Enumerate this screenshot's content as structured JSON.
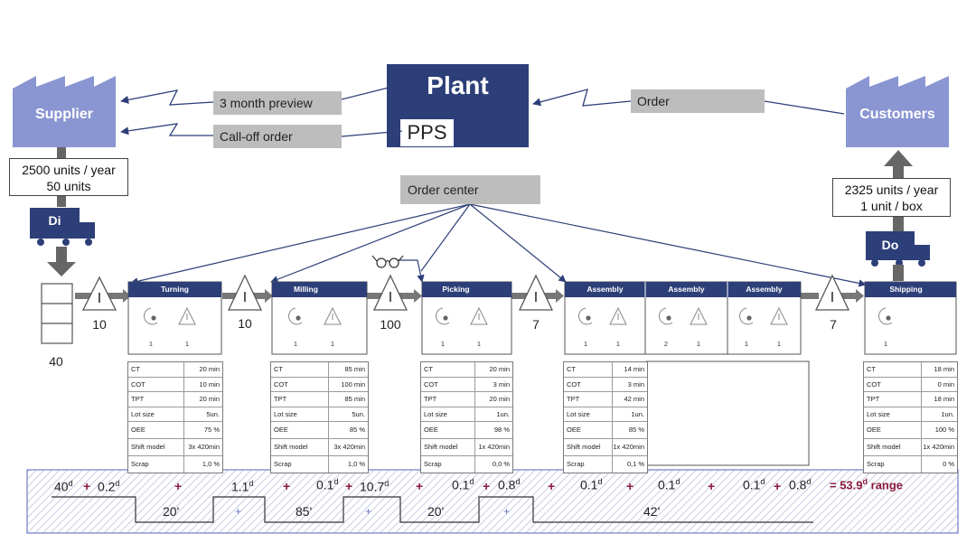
{
  "colors": {
    "factory": "#8a96d2",
    "plant": "#2d3f78",
    "process_header": "#2d3f78",
    "info_box": "#bdbdbd",
    "arrow": "#5e5e5e",
    "timeline_total": "#8b1a3c"
  },
  "plant": {
    "title": "Plant",
    "sub": "PPS"
  },
  "supplier": {
    "label": "Supplier",
    "info_line1": "2500 units / year",
    "info_line2": "50 units",
    "truck": "Di"
  },
  "customers": {
    "label": "Customers",
    "info_line1": "2325 units / year",
    "info_line2": "1 unit / box",
    "truck": "Do"
  },
  "info_flows": {
    "preview": "3 month preview",
    "calloff": "Call-off order",
    "order": "Order",
    "order_center": "Order center"
  },
  "inventory": {
    "raw": "40",
    "after_supplier_triangle": "10",
    "between_turning_milling": "10",
    "between_milling_picking": "100",
    "between_picking_assembly": "7",
    "between_assembly_shipping": "7"
  },
  "triangle_letter": "I",
  "processes": [
    {
      "name": "Turning",
      "counts": [
        "1",
        "1"
      ],
      "rows": [
        [
          "CT",
          "20 min"
        ],
        [
          "COT",
          "10 min"
        ],
        [
          "TPT",
          "20 min"
        ],
        [
          "Lot size",
          "5un."
        ],
        [
          "OEE",
          "75 %"
        ],
        [
          "Shift model",
          "3x 420min"
        ],
        [
          "Scrap",
          "1,0 %"
        ]
      ]
    },
    {
      "name": "Milling",
      "counts": [
        "1",
        "1"
      ],
      "rows": [
        [
          "CT",
          "85 min"
        ],
        [
          "COT",
          "100 min"
        ],
        [
          "TPT",
          "85 min"
        ],
        [
          "Lot size",
          "5un."
        ],
        [
          "OEE",
          "85 %"
        ],
        [
          "Shift model",
          "3x 420min"
        ],
        [
          "Scrap",
          "1,0 %"
        ]
      ]
    },
    {
      "name": "Picking",
      "counts": [
        "1",
        "1"
      ],
      "rows": [
        [
          "CT",
          "20 min"
        ],
        [
          "COT",
          "3 min"
        ],
        [
          "TPT",
          "20 min"
        ],
        [
          "Lot size",
          "1un."
        ],
        [
          "OEE",
          "98 %"
        ],
        [
          "Shift model",
          "1x 420min"
        ],
        [
          "Scrap",
          "0,0 %"
        ]
      ]
    },
    {
      "name": "Assembly",
      "counts": [
        "1",
        "1"
      ],
      "rows": [
        [
          "CT",
          "14 min"
        ],
        [
          "COT",
          "3 min"
        ],
        [
          "TPT",
          "42 min"
        ],
        [
          "Lot size",
          "1un."
        ],
        [
          "OEE",
          "85 %"
        ],
        [
          "Shift model",
          "1x 420min"
        ],
        [
          "Scrap",
          "0,1 %"
        ]
      ]
    },
    {
      "name": "Assembly",
      "counts": [
        "2",
        "1"
      ]
    },
    {
      "name": "Assembly",
      "counts": [
        "1",
        "1"
      ]
    },
    {
      "name": "Shipping",
      "counts": [
        "1"
      ],
      "rows": [
        [
          "CT",
          "18 min"
        ],
        [
          "COT",
          "0 min"
        ],
        [
          "TPT",
          "18 min"
        ],
        [
          "Lot size",
          "1un."
        ],
        [
          "OEE",
          "100 %"
        ],
        [
          "Shift model",
          "1x 420min"
        ],
        [
          "Scrap",
          "0 %"
        ]
      ]
    }
  ],
  "timeline": {
    "upper": [
      "40",
      "0.2",
      "1.1",
      "0.1",
      "10.7",
      "0.1",
      "0.8",
      "0.1",
      "0.1",
      "0.1",
      "0.8"
    ],
    "day_suffix": "d",
    "lower": [
      "20'",
      "85'",
      "20'",
      "42'"
    ],
    "plus": "+",
    "total": "= 53.9",
    "total_suffix": "d",
    "total_unit": "range"
  }
}
